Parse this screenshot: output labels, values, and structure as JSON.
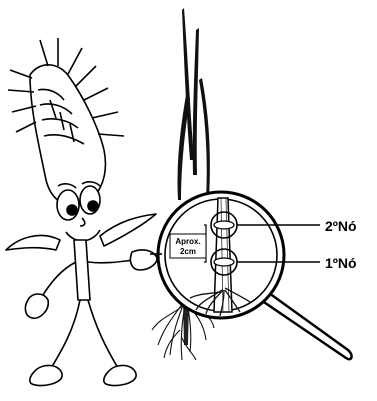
{
  "labels": {
    "node_2": "2ºNó",
    "node_1": "1ºNó",
    "distance_line1": "Aprox.",
    "distance_line2": "2cm"
  }
}
